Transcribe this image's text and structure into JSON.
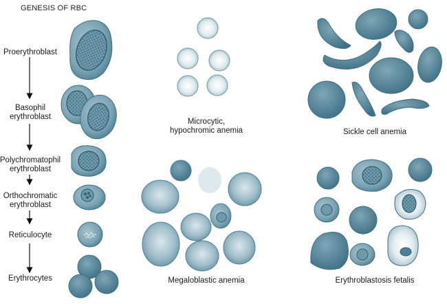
{
  "genesis": {
    "title": "GENESIS OF RBC",
    "stages": [
      {
        "line1": "Proerythroblast",
        "line2": ""
      },
      {
        "line1": "Basophil",
        "line2": "erythroblast"
      },
      {
        "line1": "Polychromatophil",
        "line2": "erythroblast"
      },
      {
        "line1": "Orthochromatic",
        "line2": "erythroblast"
      },
      {
        "line1": "Reticulocyte",
        "line2": ""
      },
      {
        "line1": "Erythrocytes",
        "line2": ""
      }
    ]
  },
  "panels": {
    "microcytic": {
      "line1": "Microcytic,",
      "line2": "hypochromic anemia"
    },
    "sickle": {
      "line1": "Sickle cell anemia"
    },
    "megaloblastic": {
      "line1": "Megaloblastic anemia"
    },
    "fetalis": {
      "line1": "Erythroblastosis fetalis"
    }
  },
  "colors": {
    "cell_fill": "#7aa3b3",
    "cell_dark": "#4a7d92",
    "cell_light": "#b8cfd8",
    "nucleus": "#5e8fa2",
    "outline": "#3f6f83"
  }
}
